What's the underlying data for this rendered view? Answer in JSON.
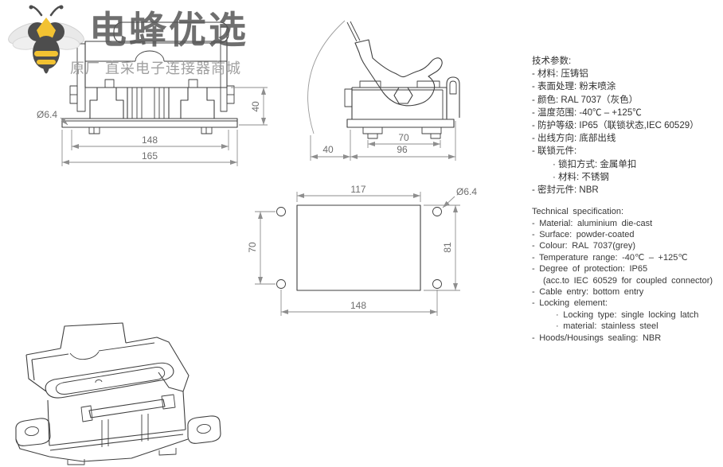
{
  "logo": {
    "brand": "电蜂优选",
    "tagline": "原厂 直采电子连接器商城",
    "bee_icon": "bee-icon",
    "brand_color": "#565656",
    "tagline_color": "#9b9b9b",
    "bee_yellow": "#f2c232",
    "bee_dark": "#4d4d4d",
    "bee_wing": "#e6e6e6"
  },
  "specs_cn": {
    "lines": [
      "技术参数:",
      "- 材料: 压铸铝",
      "- 表面处理: 粉末喷涂",
      "- 颜色: RAL 7037（灰色）",
      "- 温度范围: -40℃ – +125℃",
      "- 防护等级: IP65（联锁状态,IEC 60529）",
      "- 出线方向: 底部出线",
      "- 联锁元件:",
      "· 锁扣方式: 金属单扣",
      "· 材料: 不锈钢",
      "- 密封元件: NBR"
    ]
  },
  "specs_en": {
    "lines": [
      "Technical specification:",
      "- Material: aluminium die-cast",
      "- Surface: powder-coated",
      "- Colour: RAL 7037(grey)",
      "- Temperature range: -40℃ – +125℃",
      "- Degree of protection: IP65",
      "(acc.to IEC 60529 for coupled connector)",
      "- Cable entry: bottom entry",
      "- Locking element:",
      "· Locking type: single locking latch",
      "· material: stainless steel",
      "- Hoods/Housings sealing: NBR"
    ]
  },
  "drawings": {
    "front_view": {
      "title": "front-view-with-base-flange",
      "dims": {
        "hole": "Ø6.4",
        "inner_width": "148",
        "outer_width": "165",
        "height": "40"
      }
    },
    "side_view": {
      "title": "side-view-with-locking-lever",
      "dims": {
        "swing": "40",
        "inner_width": "70",
        "outer_width": "96"
      }
    },
    "panel_view": {
      "title": "panel-cutout-view",
      "dims": {
        "top_width": "117",
        "hole": "Ø6.4",
        "left_height": "70",
        "right_height": "81",
        "bottom_width": "148"
      }
    },
    "iso_view": {
      "title": "isometric-housing-view"
    }
  },
  "colors": {
    "outline": "#3f3f3f",
    "dimension_line": "#8e8e8e",
    "dimension_text": "#6e6e6e",
    "spec_text": "#303030",
    "background": "#ffffff"
  }
}
